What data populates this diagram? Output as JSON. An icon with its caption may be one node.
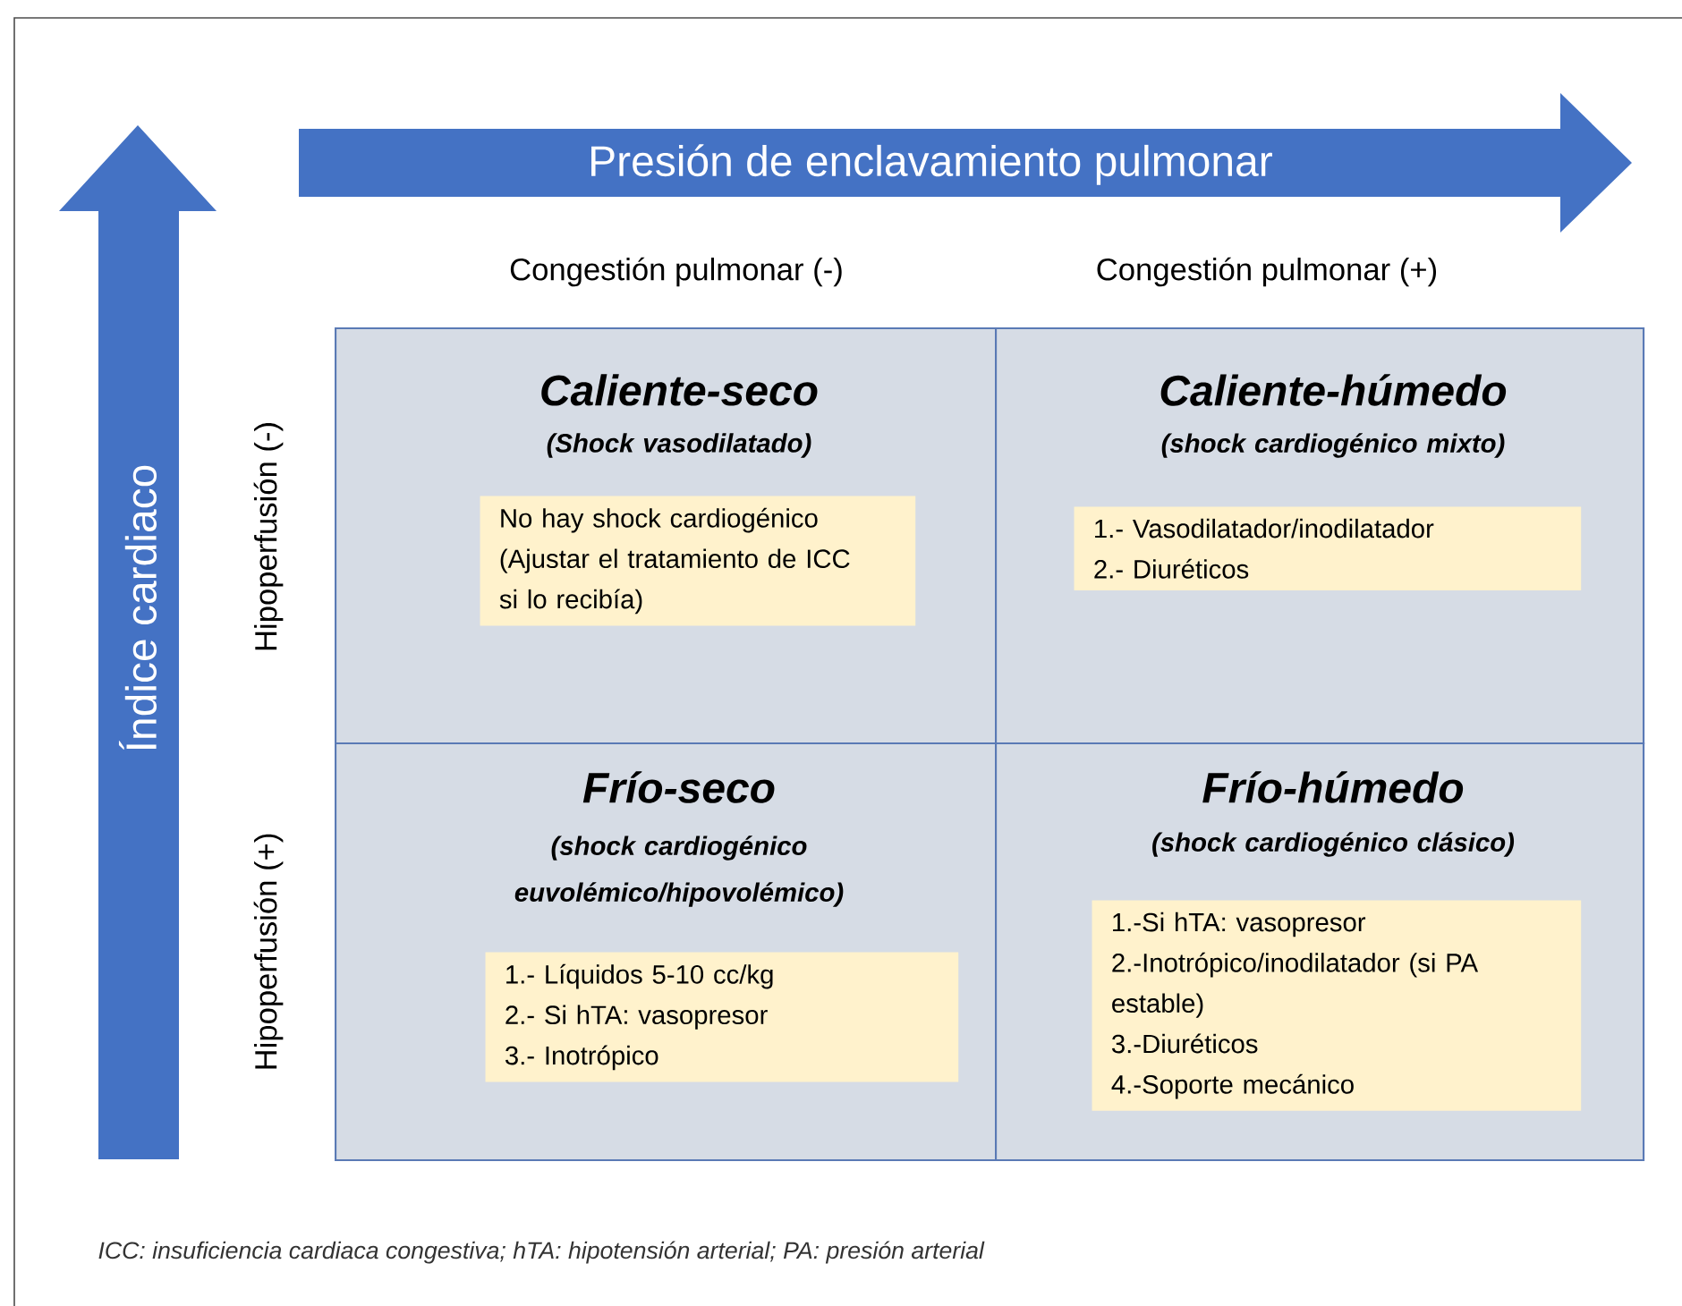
{
  "diagram": {
    "caption": "ICC: insuficiencia cardiaca congestiva; hTA: hipotensión arterial; PA: presión arterial",
    "nodes": [
      {
        "text": [
          "Presión de enclavamiento pulmonar"
        ]
      },
      {
        "text": [
          "Índice cardiaco"
        ]
      },
      {
        "text": [
          "Caliente-seco",
          "(Shock vasodilatado)"
        ]
      },
      {
        "text": [
          "No hay shock cardiogénico (Ajustar el tratamiento de ICC si lo recibía)"
        ],
        "in": 2
      },
      {
        "text": [
          "Caliente-húmedo",
          "(shock cardiogénico mixto)"
        ]
      },
      {
        "text": [
          "1.- Vasodilatador/inodilatador",
          "2.- Diuréticos"
        ],
        "in": 4
      },
      {
        "text": [
          "Frío-seco",
          "(shock cardiogénico euvolémico/hipovolémico)"
        ]
      },
      {
        "text": [
          "1.- Líquidos 5-10 cc/kg",
          "2.- Si hTA: vasopresor",
          "3.- Inotrópico"
        ],
        "in": 6
      },
      {
        "text": [
          "Frío-húmedo",
          "(shock cardiogénico clásico)"
        ]
      },
      {
        "text": [
          "1.-Si hTA: vasopresor",
          "2.-Inotrópico/inodilatador (si PA estable)",
          "3.-Diuréticos",
          "4.-Soporte mecánico"
        ],
        "in": 8
      }
    ],
    "labels": [
      "Congestión pulmonar (-)",
      "Congestión pulmonar (+)",
      "Hipoperfusión (-)",
      "Hipoperfusión (+)"
    ]
  }
}
